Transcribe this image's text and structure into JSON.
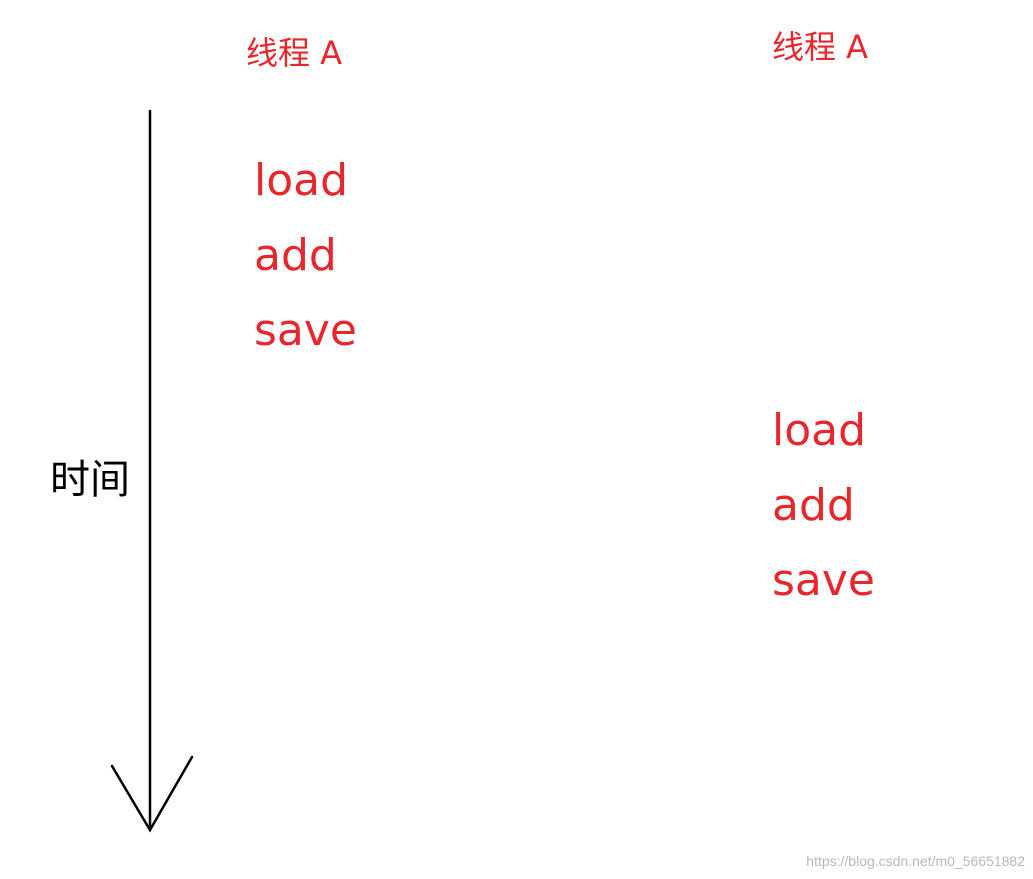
{
  "colors": {
    "accent": "#e8272d",
    "axis": "#000000",
    "watermark": "#b8b8b8"
  },
  "time_axis": {
    "label": "时间"
  },
  "threads": [
    {
      "title": "线程 A",
      "ops": [
        "load",
        "add",
        "save"
      ]
    },
    {
      "title": "线程 A",
      "ops": [
        "load",
        "add",
        "save"
      ]
    }
  ],
  "watermark": "https://blog.csdn.net/m0_56651882"
}
